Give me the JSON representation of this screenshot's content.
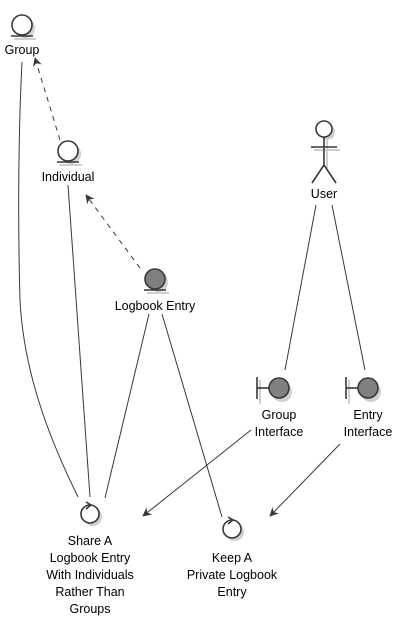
{
  "diagram": {
    "nodes": [
      {
        "id": "group",
        "kind": "entity",
        "label": [
          "Group"
        ]
      },
      {
        "id": "individual",
        "kind": "entity",
        "label": [
          "Individual"
        ]
      },
      {
        "id": "logbook_entry",
        "kind": "entity-filled",
        "label": [
          "Logbook Entry"
        ]
      },
      {
        "id": "user",
        "kind": "actor",
        "label": [
          "User"
        ]
      },
      {
        "id": "group_interface",
        "kind": "boundary",
        "label": [
          "Group",
          "Interface"
        ]
      },
      {
        "id": "entry_interface",
        "kind": "boundary",
        "label": [
          "Entry",
          "Interface"
        ]
      },
      {
        "id": "share_entry",
        "kind": "control",
        "label": [
          "Share A",
          "Logbook Entry",
          "With Individuals",
          "Rather Than",
          "Groups"
        ]
      },
      {
        "id": "keep_private",
        "kind": "control",
        "label": [
          "Keep A",
          "Private Logbook",
          "Entry"
        ]
      }
    ],
    "edges": [
      {
        "from": "individual",
        "to": "group",
        "style": "dashed-arrow"
      },
      {
        "from": "logbook_entry",
        "to": "individual",
        "style": "dashed-arrow"
      },
      {
        "from": "group",
        "to": "share_entry",
        "style": "line"
      },
      {
        "from": "individual",
        "to": "share_entry",
        "style": "line"
      },
      {
        "from": "logbook_entry",
        "to": "share_entry",
        "style": "line"
      },
      {
        "from": "logbook_entry",
        "to": "keep_private",
        "style": "line"
      },
      {
        "from": "user",
        "to": "group_interface",
        "style": "line"
      },
      {
        "from": "user",
        "to": "entry_interface",
        "style": "line"
      },
      {
        "from": "group_interface",
        "to": "share_entry",
        "style": "arrow"
      },
      {
        "from": "entry_interface",
        "to": "keep_private",
        "style": "arrow"
      }
    ],
    "colors": {
      "stroke": "#383838",
      "node_fill": "#ffffff",
      "filled_node": "#808080",
      "shadow": "#cfcfcf",
      "text": "#000000"
    }
  }
}
